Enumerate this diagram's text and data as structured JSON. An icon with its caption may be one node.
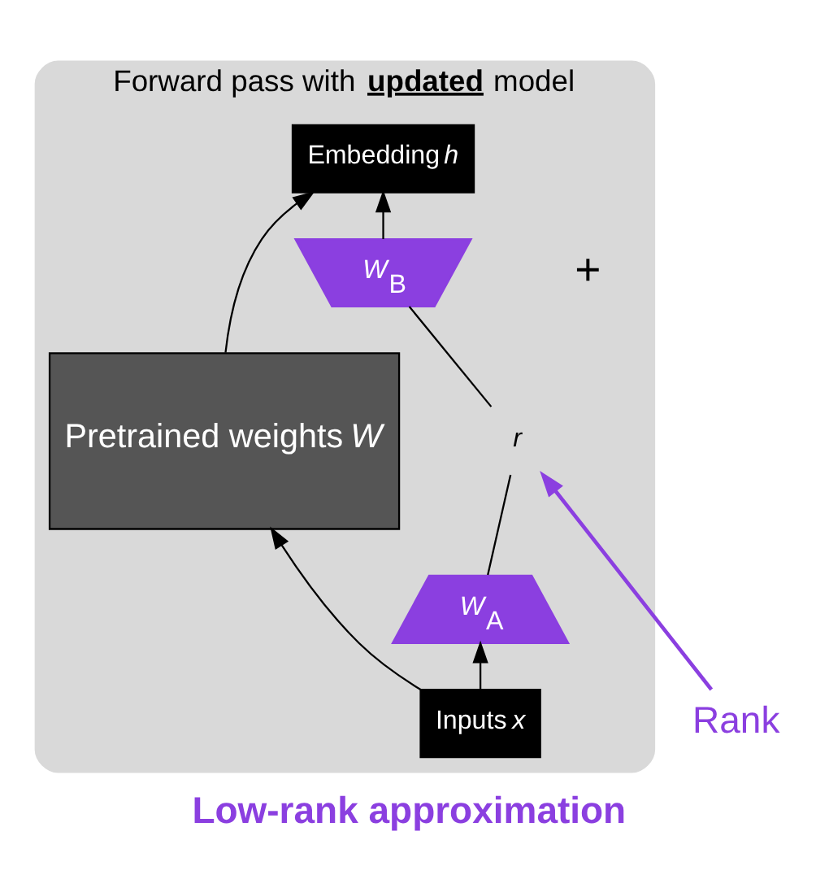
{
  "diagram": {
    "caption": "Low-rank approximation",
    "nodes": [
      {
        "text": [
          "Forward pass with **updated** model"
        ]
      },
      {
        "text": [
          "Embedding *h*"
        ],
        "in": 0
      },
      {
        "text": [
          "Pretrained weights *W*"
        ],
        "in": 0
      },
      {
        "text": [
          "*W*$_{B}$"
        ],
        "in": 0
      },
      {
        "text": [
          "*r*"
        ],
        "in": 0
      },
      {
        "text": [
          "*W*$_{A}$"
        ],
        "in": 0
      },
      {
        "text": [
          "Inputs *x*"
        ],
        "in": 0
      },
      {
        "text": [
          "Rank"
        ]
      }
    ],
    "edges": [
      {
        "from": 6,
        "to": 2,
        "arrow": "to"
      },
      {
        "from": 6,
        "to": 5,
        "arrow": "to"
      },
      {
        "from": 2,
        "to": 1,
        "arrow": "to"
      },
      {
        "from": 3,
        "to": 1,
        "arrow": "to"
      },
      {
        "from": 5,
        "to": 4,
        "arrow": "none"
      },
      {
        "from": 4,
        "to": 3,
        "arrow": "none"
      },
      {
        "from": 7,
        "to": 4,
        "arrow": "to",
        "color": "#8b3fe0"
      }
    ],
    "labels": [
      "+"
    ]
  }
}
